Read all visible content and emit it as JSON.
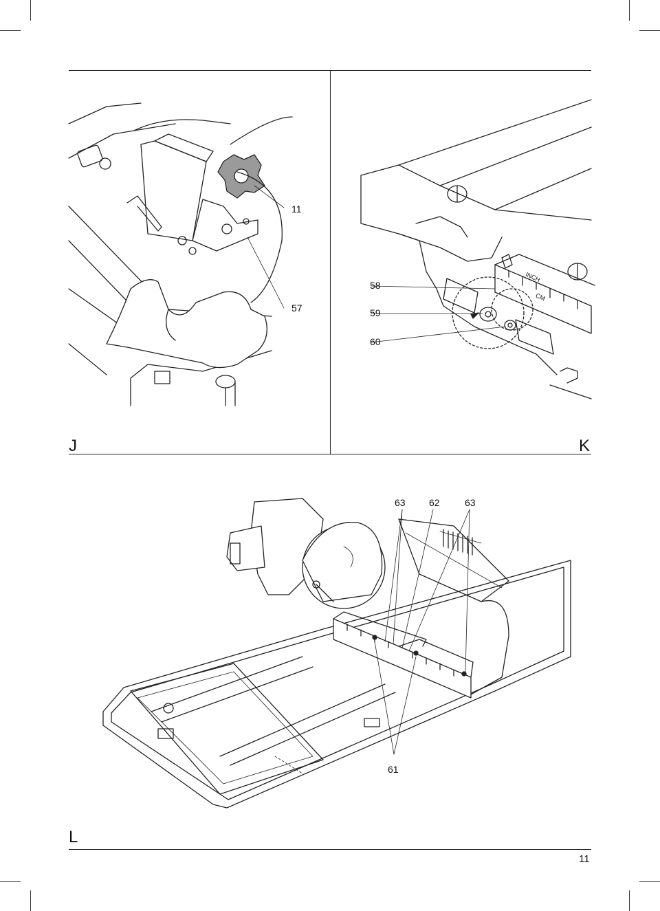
{
  "figures": {
    "J": {
      "letter": "J",
      "callouts": {
        "c11": "11",
        "c57": "57"
      }
    },
    "K": {
      "letter": "K",
      "callouts": {
        "c58": "58",
        "c59": "59",
        "c60": "60"
      },
      "ruler_labels": {
        "inch": "INCH",
        "cm": "CM"
      }
    },
    "L": {
      "letter": "L",
      "callouts": {
        "c63a": "63",
        "c62": "62",
        "c63b": "63",
        "c61": "61"
      }
    }
  },
  "footer": {
    "page_number": "11"
  }
}
